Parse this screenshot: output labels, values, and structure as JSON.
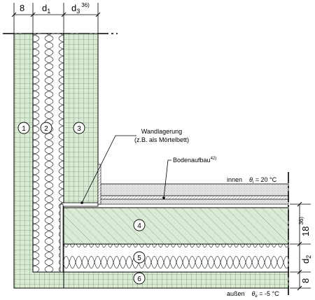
{
  "dimensions_top": {
    "d_outer": "8",
    "d1": "d",
    "d1_sub": "1",
    "d3": "d",
    "d3_sub": "3",
    "d3_note": "36)"
  },
  "dimensions_right": {
    "d_screed": "18",
    "d_screed_note": "36)",
    "d2": "d",
    "d2_sub": "2",
    "d_bottom": "8"
  },
  "layer_numbers": [
    "1",
    "2",
    "3",
    "4",
    "5",
    "6"
  ],
  "callouts": {
    "wall_bearing_line1": "Wandlagerung",
    "wall_bearing_line2": "(z.B. als Mörtelbett)",
    "floor_build": "Bodenaufbau",
    "floor_build_note": "42)"
  },
  "temperatures": {
    "inside_label": "innen",
    "inside_symbol": "θ",
    "inside_sub": "i",
    "inside_value": " =  20 °C",
    "outside_label": "außen",
    "outside_symbol": "θ",
    "outside_sub": "e",
    "outside_value": " =  -5 °C"
  },
  "colors": {
    "masonry_fill": "#d7ead2",
    "concrete_fill": "#d9ebd4",
    "line": "#000000",
    "leader": "#000000"
  }
}
